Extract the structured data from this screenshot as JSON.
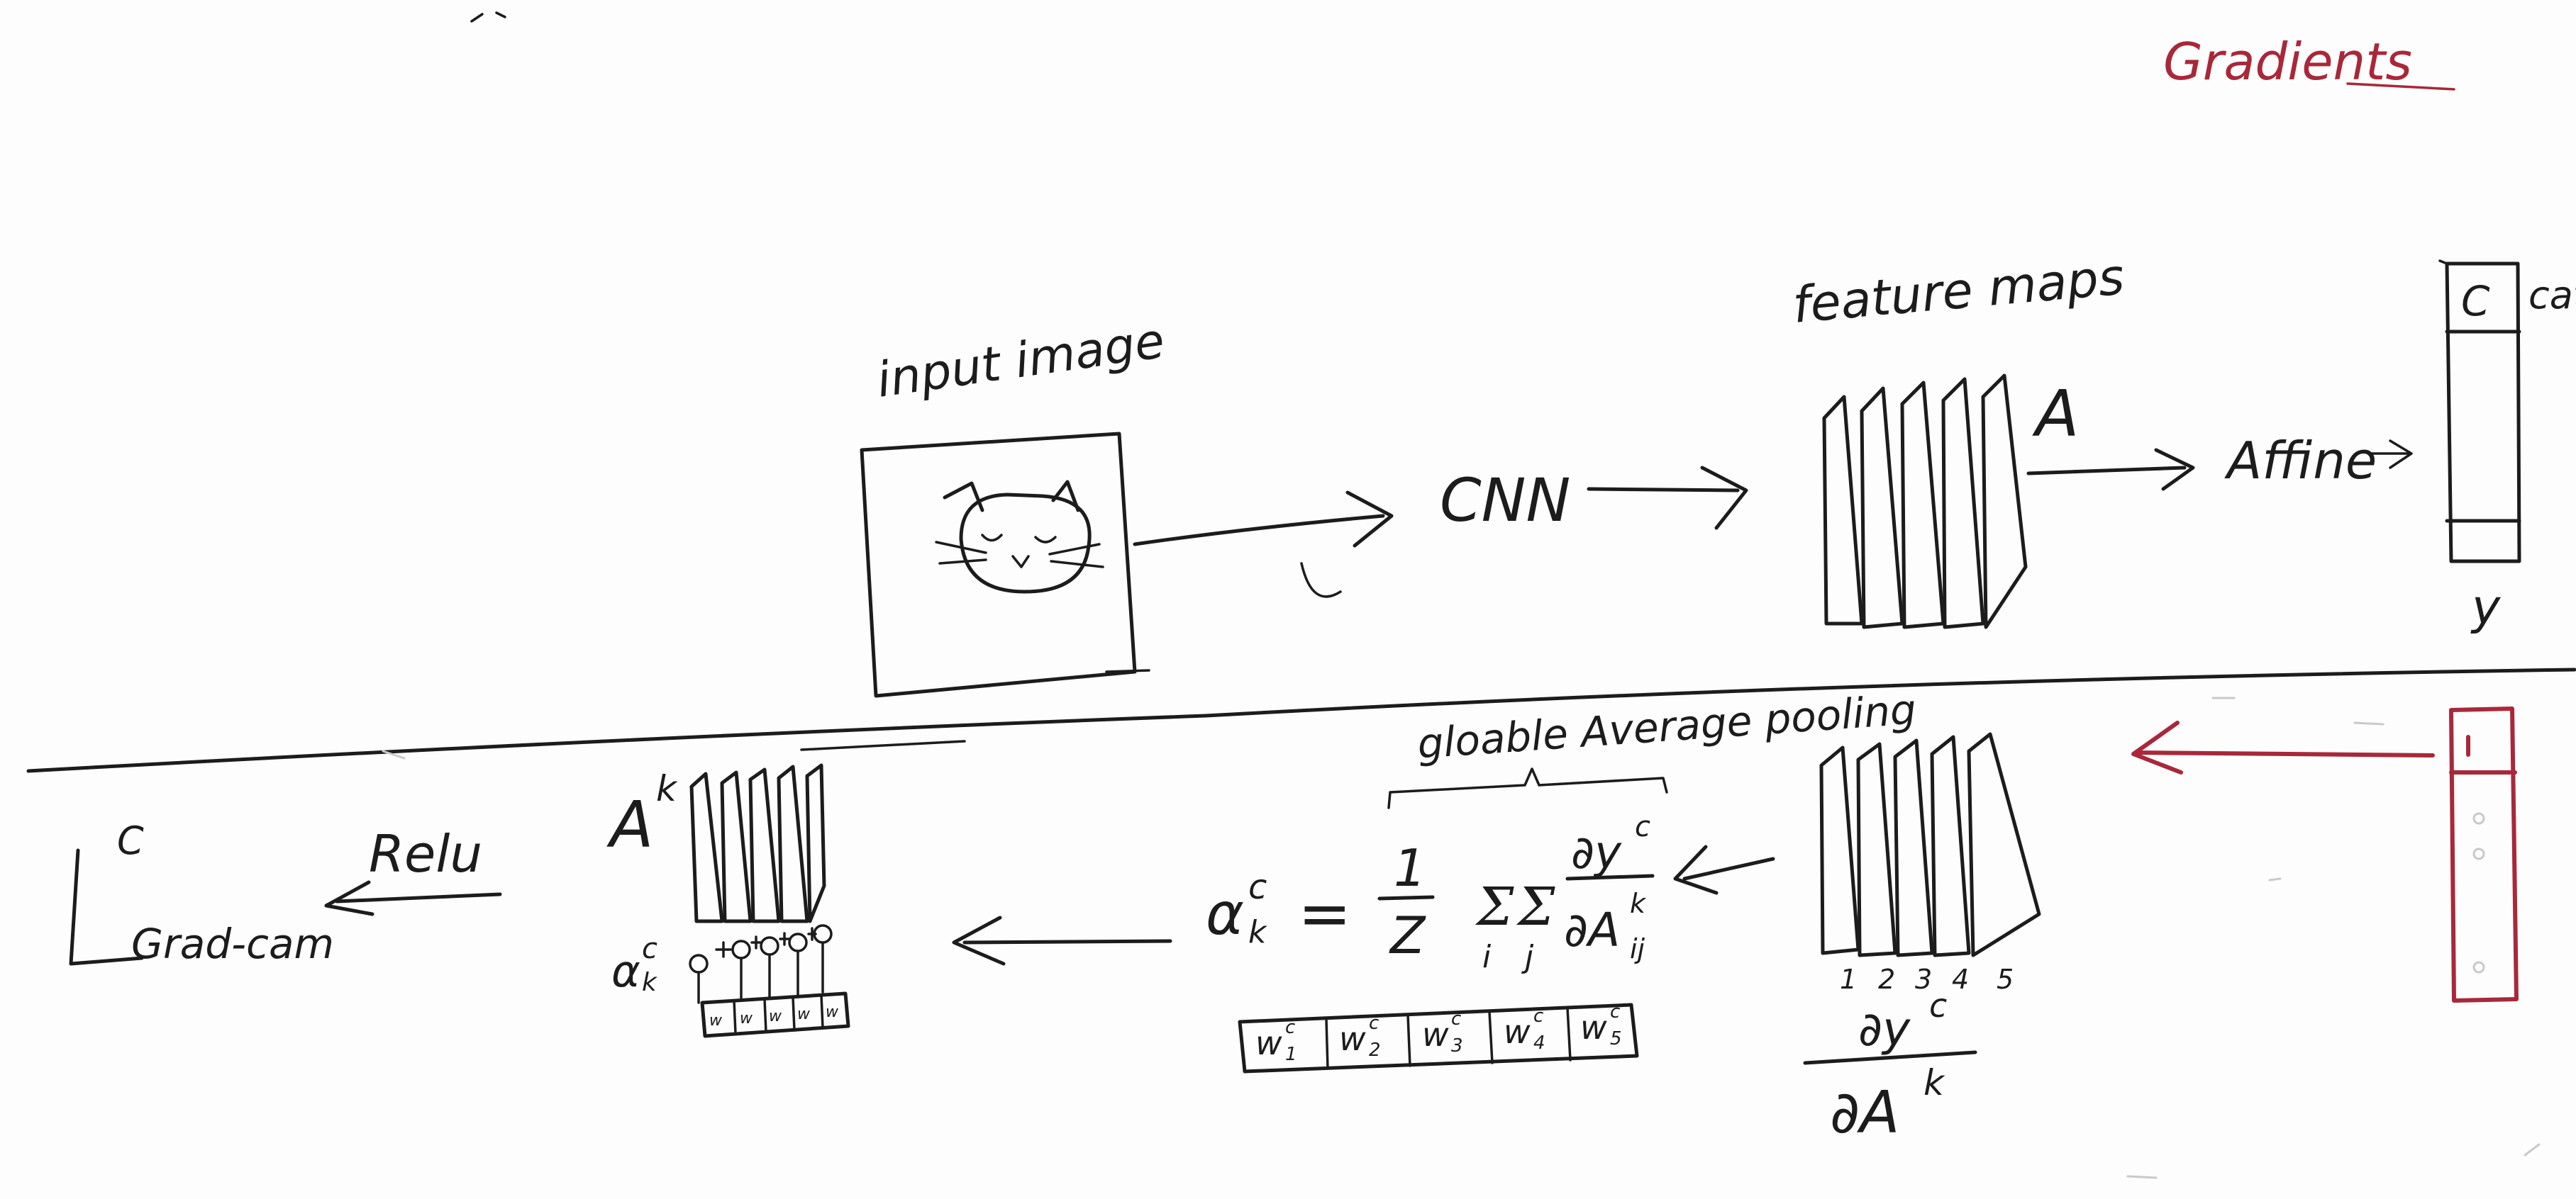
{
  "labels": {
    "gradients": "Gradients",
    "input_image": "input image",
    "cnn": "CNN",
    "feature_maps": "feature maps",
    "feature_maps_symbol": "A",
    "affine": "Affine",
    "class_box": "C",
    "class_box_side": "cat",
    "score": "y",
    "relu": "Relu",
    "gradcam_L": "L",
    "gradcam_sup": "C",
    "gradcam_sub": "Grad-cam",
    "activation_symbol": "A",
    "activation_sup": "k",
    "alpha": "α",
    "alpha_sup": "c",
    "alpha_sub": "k",
    "gap_label": "gloable Average pooling",
    "grad_numerator": "∂y",
    "grad_numerator_sup": "c",
    "grad_denominator": "∂A",
    "grad_denominator_sup": "k",
    "map_numbers": [
      "1",
      "2",
      "3",
      "4",
      "5"
    ]
  },
  "formula": {
    "alpha": "α",
    "alpha_sup": "c",
    "alpha_sub": "k",
    "equals": "=",
    "frac_num": "1",
    "frac_den": "Z",
    "sum_i": "Σ",
    "sum_i_sub": "i",
    "sum_j": "Σ",
    "sum_j_sub": "j",
    "d_num": "∂y",
    "d_num_sup": "c",
    "d_den": "∂A",
    "d_den_sup": "k",
    "d_den_sub": "ij"
  },
  "weights": {
    "symbol": "w",
    "sup": "c",
    "subs": [
      "1",
      "2",
      "3",
      "4",
      "5"
    ]
  },
  "colors": {
    "ink": "#1c1c1c",
    "red_marker": "#a8283a",
    "board": "#fdfdfd"
  }
}
